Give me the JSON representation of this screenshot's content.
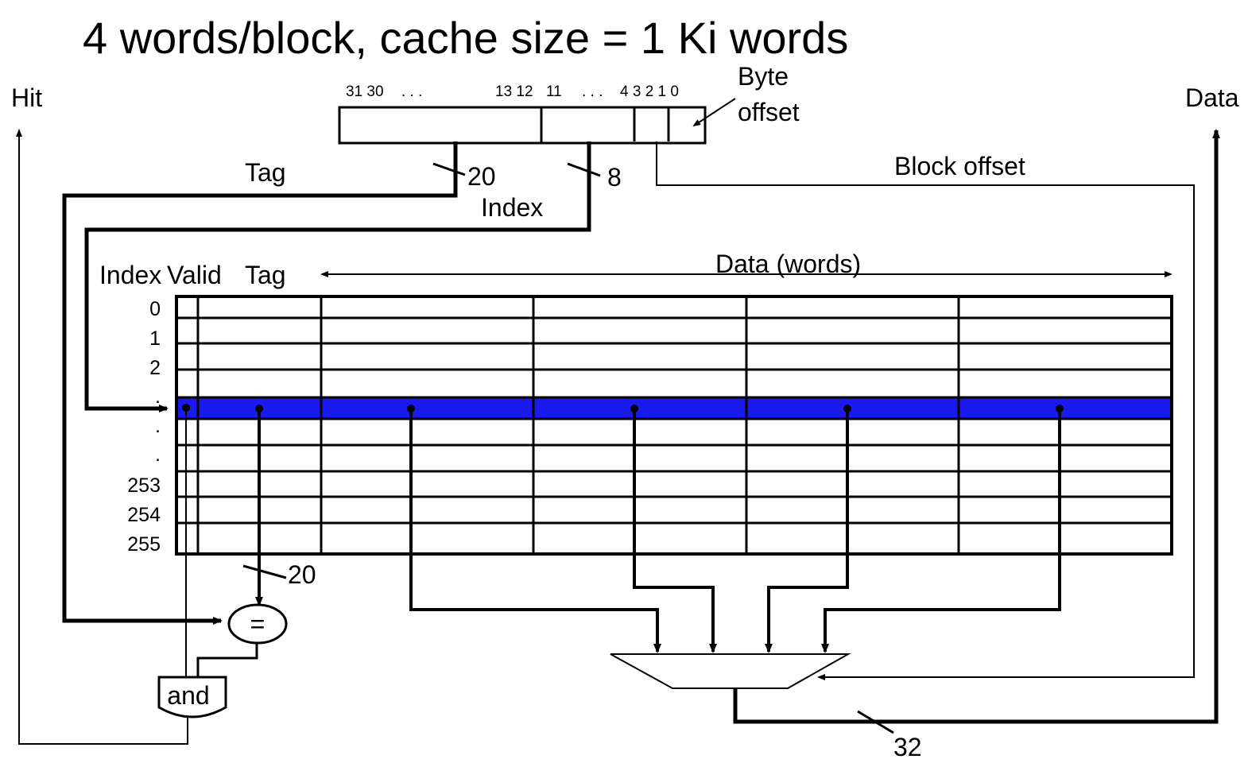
{
  "title": "4 words/block, cache size = 1 Ki words",
  "address": {
    "bits_left": "31 30",
    "dots_left": ". . .",
    "bits_mid": "13 12",
    "bit_11": "11",
    "dots_mid": ". . .",
    "bits_right": "4  3  2  1  0",
    "byte_offset_line1": "Byte",
    "byte_offset_line2": "offset"
  },
  "labels": {
    "hit": "Hit",
    "data": "Data",
    "tag": "Tag",
    "index": "Index",
    "block_offset": "Block offset",
    "tag_width": "20",
    "index_width": "8",
    "compare_width": "20",
    "output_width": "32"
  },
  "table": {
    "header_index": "Index",
    "header_valid": "Valid",
    "header_tag": "Tag",
    "header_data": "Data (words)",
    "row_labels": [
      "0",
      "1",
      "2",
      ".",
      ".",
      ".",
      "253",
      "254",
      "255"
    ],
    "highlight_color": "#1a1aee"
  },
  "gates": {
    "comparator": "=",
    "and_gate": "and"
  }
}
